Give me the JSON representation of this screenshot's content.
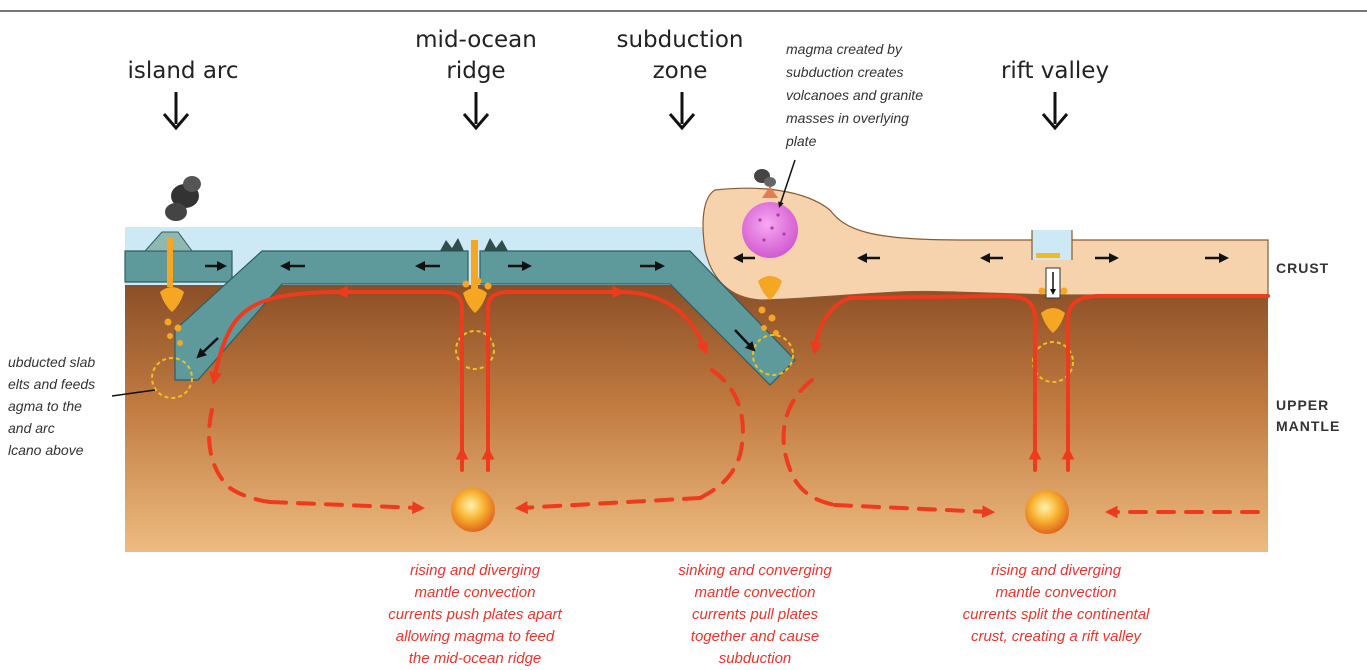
{
  "labels": {
    "island_arc": "island arc",
    "mid_ocean_ridge": [
      "mid-ocean",
      "ridge"
    ],
    "subduction_zone": [
      "subduction",
      "zone"
    ],
    "rift_valley": "rift valley",
    "magma_note": [
      "magma created by",
      "subduction creates",
      "volcanoes and granite",
      "masses in overlying",
      "plate"
    ],
    "slab_note": [
      "ubducted slab",
      "elts and feeds",
      "agma to the",
      "and arc",
      "lcano above"
    ],
    "crust": "CRUST",
    "upper_mantle": [
      "UPPER",
      "MANTLE"
    ]
  },
  "captions": {
    "ridge": [
      "rising and diverging",
      "mantle convection",
      "currents push plates apart",
      "allowing magma to feed",
      "the mid-ocean ridge"
    ],
    "subduction": [
      "sinking and converging",
      "mantle convection",
      "currents pull plates",
      "together and cause",
      "subduction"
    ],
    "rift": [
      "rising and diverging",
      "mantle convection",
      "currents split the continental",
      "crust, creating a rift valley"
    ]
  },
  "colors": {
    "ocean": "#cce9f5",
    "oceanic_plate": "#5e9a9c",
    "continental_crust": "#f6d3ad",
    "mantle_top": "#8a4e26",
    "mantle_bottom": "#edbb80",
    "convection": "#ee3a1d",
    "caption_text": "#e8352a",
    "magma": "#f7a51c",
    "granite": "#e472e4"
  }
}
